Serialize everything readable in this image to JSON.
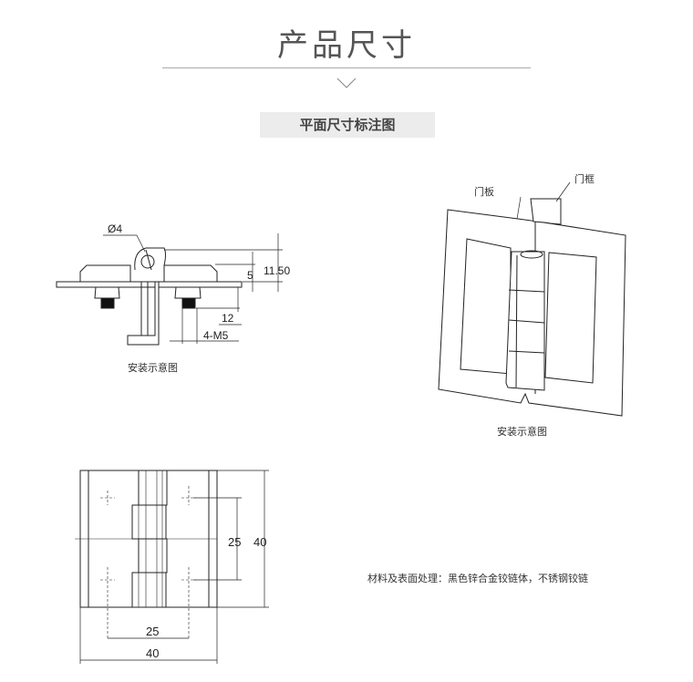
{
  "header": {
    "title": "产品尺寸",
    "subtitle": "平面尺寸标注图"
  },
  "side_view": {
    "diameter_label": "Ø4",
    "dim_height": "11.50",
    "dim_leaf": "5",
    "dim_bolt": "12",
    "dim_thread": "4-M5",
    "caption": "安装示意图"
  },
  "iso_view": {
    "label_door_panel": "门板",
    "label_door_frame": "门框",
    "caption": "安装示意图"
  },
  "plan_view": {
    "dim_hole_v": "25",
    "dim_total_v": "40",
    "dim_hole_h": "25",
    "dim_total_h": "40"
  },
  "material_note": "材料及表面处理：黑色锌合金铰链体，不锈钢铰链"
}
